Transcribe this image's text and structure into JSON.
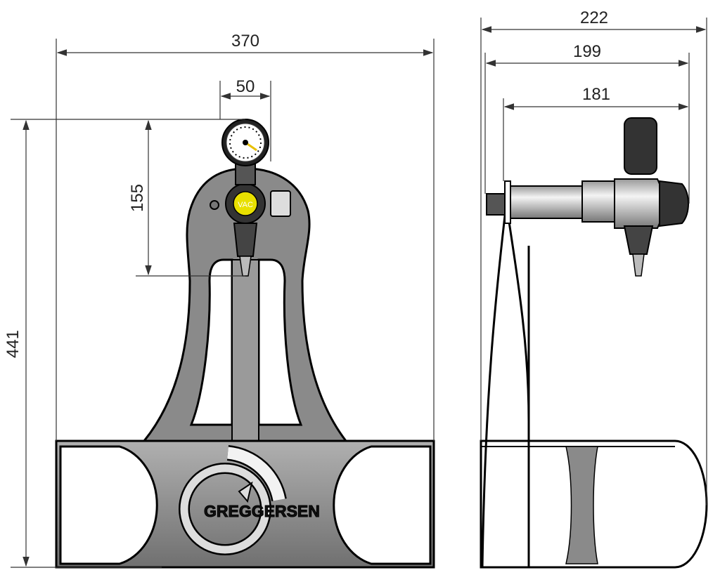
{
  "dimensions": {
    "front_width": "370",
    "gauge_width": "50",
    "gauge_height": "155",
    "total_height": "441",
    "side_total": "222",
    "side_mid": "199",
    "side_arm": "181"
  },
  "labels": {
    "gauge_label": "VAC",
    "brand_logo": "GREGGERSEN"
  },
  "colors": {
    "body_gray": "#8a8a8a",
    "gauge_yellow": "#e8e000"
  }
}
